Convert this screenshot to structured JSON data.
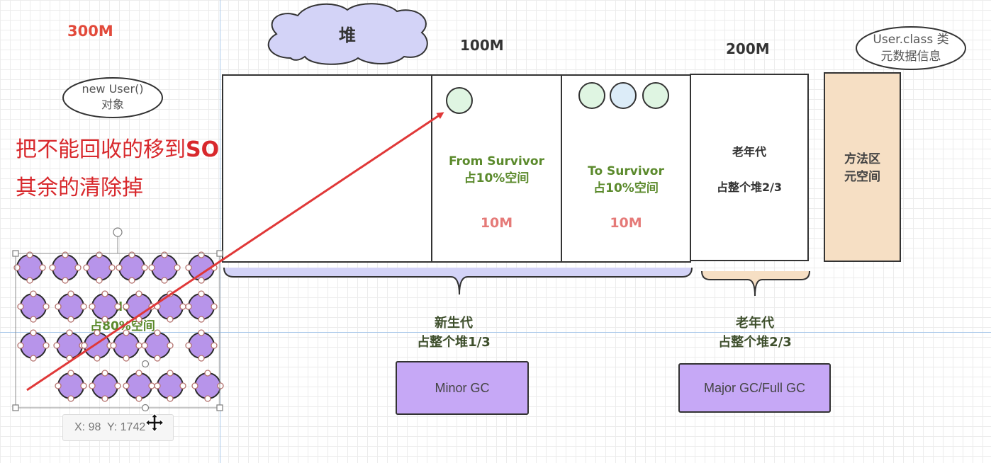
{
  "sizes": {
    "heap_total": "300M",
    "young_gen": "100M",
    "old_gen": "200M"
  },
  "heap_cloud": {
    "label": "堆"
  },
  "new_user_ellipse": {
    "line1": "new User()",
    "line2": "对象"
  },
  "metadata_ellipse": {
    "line1": "User.class 类",
    "line2": "元数据信息"
  },
  "eden": {
    "name": "Eden",
    "share": "占80%空间"
  },
  "from_survivor": {
    "name": "From Survivor",
    "share": "占10%空间",
    "size": "10M"
  },
  "to_survivor": {
    "name": "To Survivor",
    "share": "占10%空间",
    "size": "10M"
  },
  "old_gen_box": {
    "name": "老年代",
    "share": "占整个堆2/3"
  },
  "method_area": {
    "line1": "方法区",
    "line2": "元空间"
  },
  "young_gen_brace": {
    "name": "新生代",
    "share": "占整个堆1/3"
  },
  "old_gen_brace": {
    "name": "老年代",
    "share": "占整个堆2/3"
  },
  "buttons": {
    "minor_gc": "Minor GC",
    "major_gc": "Major GC/Full GC"
  },
  "annotation": {
    "line1": "把不能回收的移到",
    "line1_emphasis": "SO",
    "line2": "其余的清除掉"
  },
  "tooltip": {
    "text": "X: 98  Y: 1742"
  },
  "icons": {
    "cursor": "move-cursor-icon",
    "selection": "rotate-handle-icon"
  },
  "colors": {
    "heap_size_red": "#e24a3b",
    "annotation_red": "#d8282c",
    "arrow_red": "#e03838",
    "survivor_green": "#5b8a2c",
    "size_pink": "#e57a78",
    "lavender": "#d3d3f7",
    "peach": "#f6dfc4",
    "button_purple": "#c6a8f6",
    "object_purple": "#b794ea",
    "circle_green": "#dff5e2",
    "circle_blue": "#dcecf8",
    "guide_blue": "#a9c8ea"
  }
}
